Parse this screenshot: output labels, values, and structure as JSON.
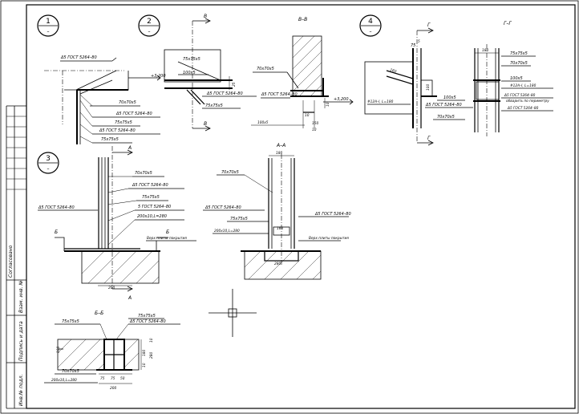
{
  "labels": {
    "n1": "1",
    "n2": "2",
    "n3": "3",
    "n4": "4",
    "sec_vv": "В–В",
    "sec_gg": "Г–Г",
    "sec_aa": "А–А",
    "sec_bb": "Б–Б",
    "cut_v": "В",
    "cut_g": "Г",
    "cut_a": "А",
    "cut_b": "Б",
    "weld5": "Δ5 ГОСТ 5264–80",
    "a75x75x5": "75x75x5",
    "a70x70x5": "70x70x5",
    "p100x5": "100x5",
    "p200": "200x10,L=280",
    "p5gost": "5 ГОСТ 5264–80",
    "plus3200": "+3,200",
    "d25": "25",
    "d75": "75",
    "d5": "5",
    "d10": "10",
    "d150": "150",
    "d180": "180",
    "d160": "160",
    "d200": "200",
    "d280": "280",
    "d100": "100",
    "d45": "45",
    "d15": "15",
    "d100x5": "100x5",
    "anchor1": "#12А–I, L=180",
    "anchor2": "#12А–I, L=180",
    "weld_perimeter": "обварить по периметру",
    "top_slab": "Верх плиты покрытия",
    "d75b": "75",
    "d70": "70",
    "d50": "50"
  },
  "stamp": {
    "col1": "Взам. инв. №",
    "col2": "Подпись и дата",
    "col3": "Инв.№ подл.",
    "col4": "Согласовано"
  }
}
